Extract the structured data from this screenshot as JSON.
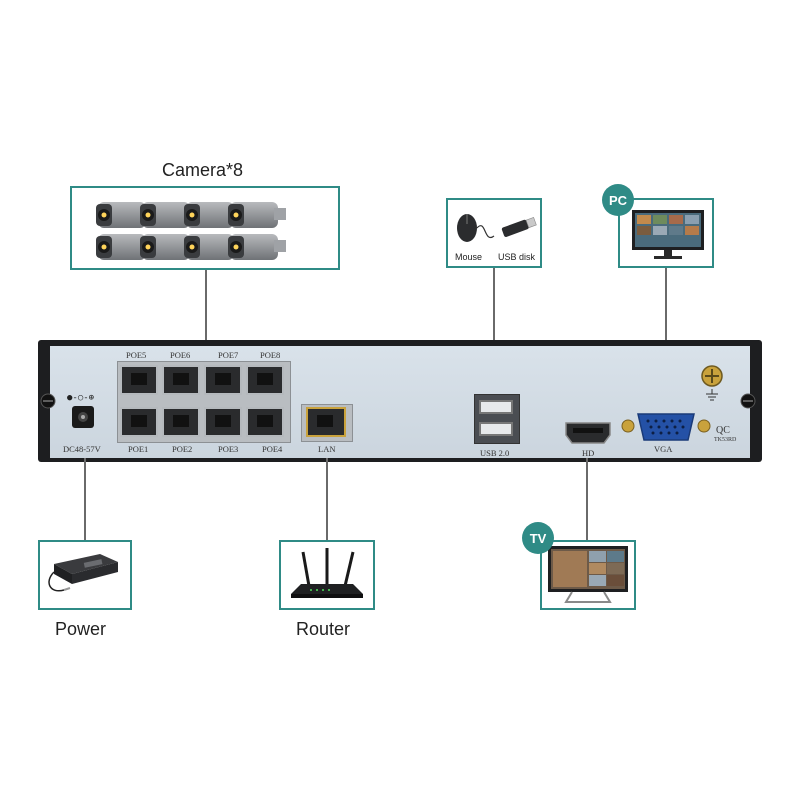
{
  "labels": {
    "camera": "Camera*8",
    "power": "Power",
    "router": "Router",
    "mouse": "Mouse",
    "usb_disk": "USB disk",
    "pc_badge": "PC",
    "tv_badge": "TV"
  },
  "panel": {
    "poe_top": [
      "POE5",
      "POE6",
      "POE7",
      "POE8"
    ],
    "poe_bottom": [
      "POE1",
      "POE2",
      "POE3",
      "POE4"
    ],
    "dc": "DC48-57V",
    "lan": "LAN",
    "usb": "USB 2.0",
    "hd": "HD",
    "vga": "VGA",
    "qc": "QC",
    "qc_code": "TK53RD"
  },
  "colors": {
    "accent": "#2f8b86",
    "device_body": "#1d1e20",
    "panel": "#d3dce4"
  }
}
